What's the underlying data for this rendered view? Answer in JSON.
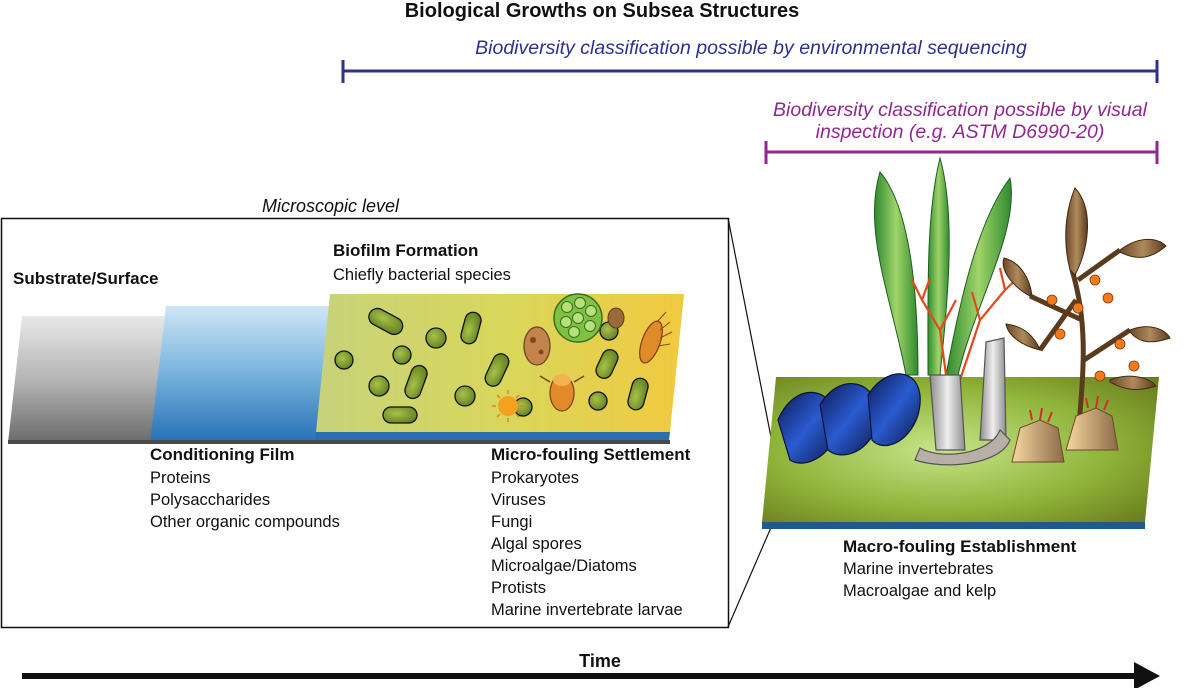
{
  "title": "Biological Growths on Subsea Structures",
  "environmental_sequencing": "Biodiversity classification possible by environmental sequencing",
  "visual_inspection": "Biodiversity classification possible by visual inspection (e.g. ASTM D6990-20)",
  "microscopic_level": "Microscopic level",
  "substrate": "Substrate/Surface",
  "biofilm": {
    "heading": "Biofilm Formation",
    "subtitle": "Chiefly bacterial species"
  },
  "conditioning_film": {
    "heading": "Conditioning Film",
    "items": [
      "Proteins",
      "Polysaccharides",
      "Other organic compounds"
    ]
  },
  "micro_fouling": {
    "heading": "Micro-fouling Settlement",
    "items": [
      "Prokaryotes",
      "Viruses",
      "Fungi",
      "Algal spores",
      "Microalgae/Diatoms",
      "Protists",
      "Marine invertebrate larvae"
    ]
  },
  "macro_fouling": {
    "heading": "Macro-fouling Establishment",
    "items": [
      "Marine invertebrates",
      "Macroalgae and kelp"
    ]
  },
  "time_axis": "Time",
  "colors": {
    "environmental_bracket": "#2e3192",
    "visual_bracket": "#92278f"
  }
}
